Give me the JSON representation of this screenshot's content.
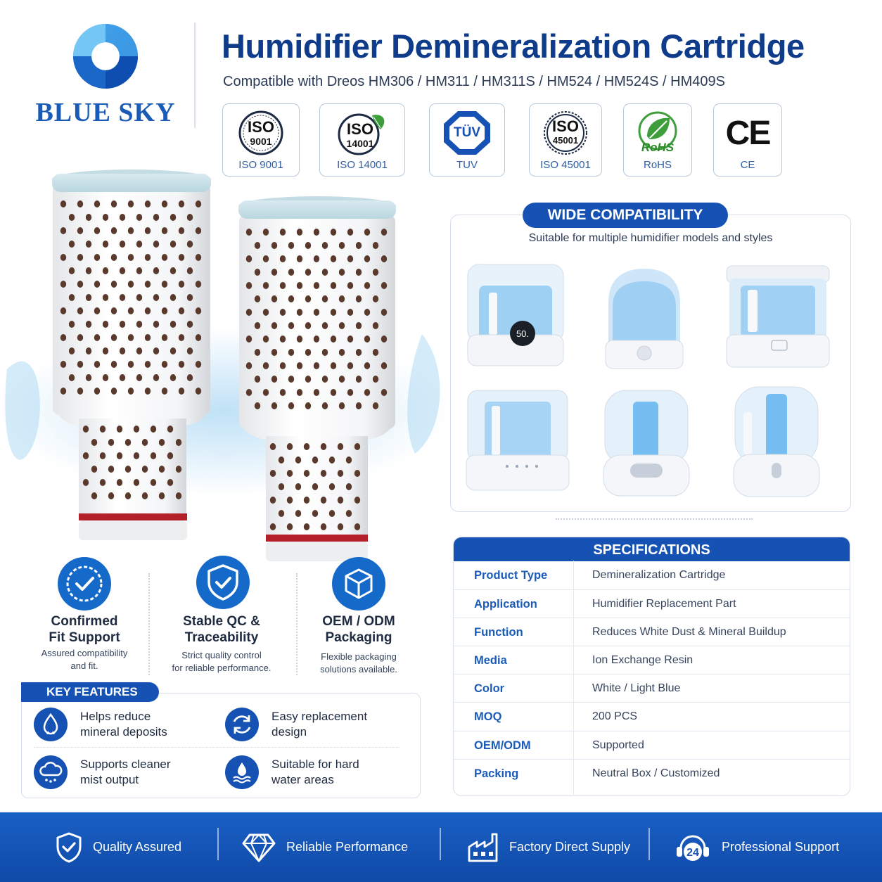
{
  "brand": {
    "name": "BLUE SKY"
  },
  "header": {
    "title": "Humidifier Demineralization Cartridge",
    "subtitle": "Compatible with Dreos HM306 / HM311 / HM311S / HM524 / HM524S / HM409S"
  },
  "certifications": [
    {
      "icon": "ISO",
      "icon_sub": "9001",
      "label": "ISO 9001"
    },
    {
      "icon": "ISO",
      "icon_sub": "14001",
      "label": "ISO 14001"
    },
    {
      "icon": "TÜV",
      "label": "TUV"
    },
    {
      "icon": "ISO",
      "icon_sub": "45001",
      "label": "ISO 45001"
    },
    {
      "icon": "RoHS",
      "label": "RoHS"
    },
    {
      "icon": "CE",
      "label": "CE"
    }
  ],
  "compatibility": {
    "title": "WIDE COMPATIBILITY",
    "subtitle": "Suitable for multiple humidifier models and styles",
    "display_reading": "50."
  },
  "features": [
    {
      "title_line1": "Confirmed",
      "title_line2": "Fit Support",
      "desc_line1": "Assured compatibility",
      "desc_line2": "and fit."
    },
    {
      "title_line1": "Stable QC &",
      "title_line2": "Traceability",
      "desc_line1": "Strict quality control",
      "desc_line2": "for reliable performance."
    },
    {
      "title_line1": "OEM / ODM",
      "title_line2": "Packaging",
      "desc_line1": "Flexible packaging",
      "desc_line2": "solutions available."
    }
  ],
  "key_features": {
    "title": "KEY FEATURES",
    "items": [
      {
        "line1": "Helps reduce",
        "line2": "mineral deposits"
      },
      {
        "line1": "Easy replacement",
        "line2": "design"
      },
      {
        "line1": "Supports cleaner",
        "line2": "mist output"
      },
      {
        "line1": "Suitable for hard",
        "line2": "water areas"
      }
    ]
  },
  "specifications": {
    "title": "SPECIFICATIONS",
    "rows": [
      {
        "key": "Product Type",
        "value": "Demineralization Cartridge"
      },
      {
        "key": "Application",
        "value": "Humidifier Replacement Part"
      },
      {
        "key": "Function",
        "value": "Reduces White Dust & Mineral Buildup"
      },
      {
        "key": "Media",
        "value": "Ion Exchange Resin"
      },
      {
        "key": "Color",
        "value": "White / Light Blue"
      },
      {
        "key": "MOQ",
        "value": "200 PCS"
      },
      {
        "key": "OEM/ODM",
        "value": "Supported"
      },
      {
        "key": "Packing",
        "value": "Neutral Box / Customized"
      }
    ]
  },
  "footer": [
    {
      "label": "Quality Assured"
    },
    {
      "label": "Reliable Performance"
    },
    {
      "label": "Factory Direct Supply"
    },
    {
      "label": "Professional Support",
      "badge": "24"
    }
  ],
  "colors": {
    "primary": "#1552b3",
    "title": "#0f3c8a",
    "accent_red": "#b3202a",
    "lid": "#cfe3ea"
  }
}
